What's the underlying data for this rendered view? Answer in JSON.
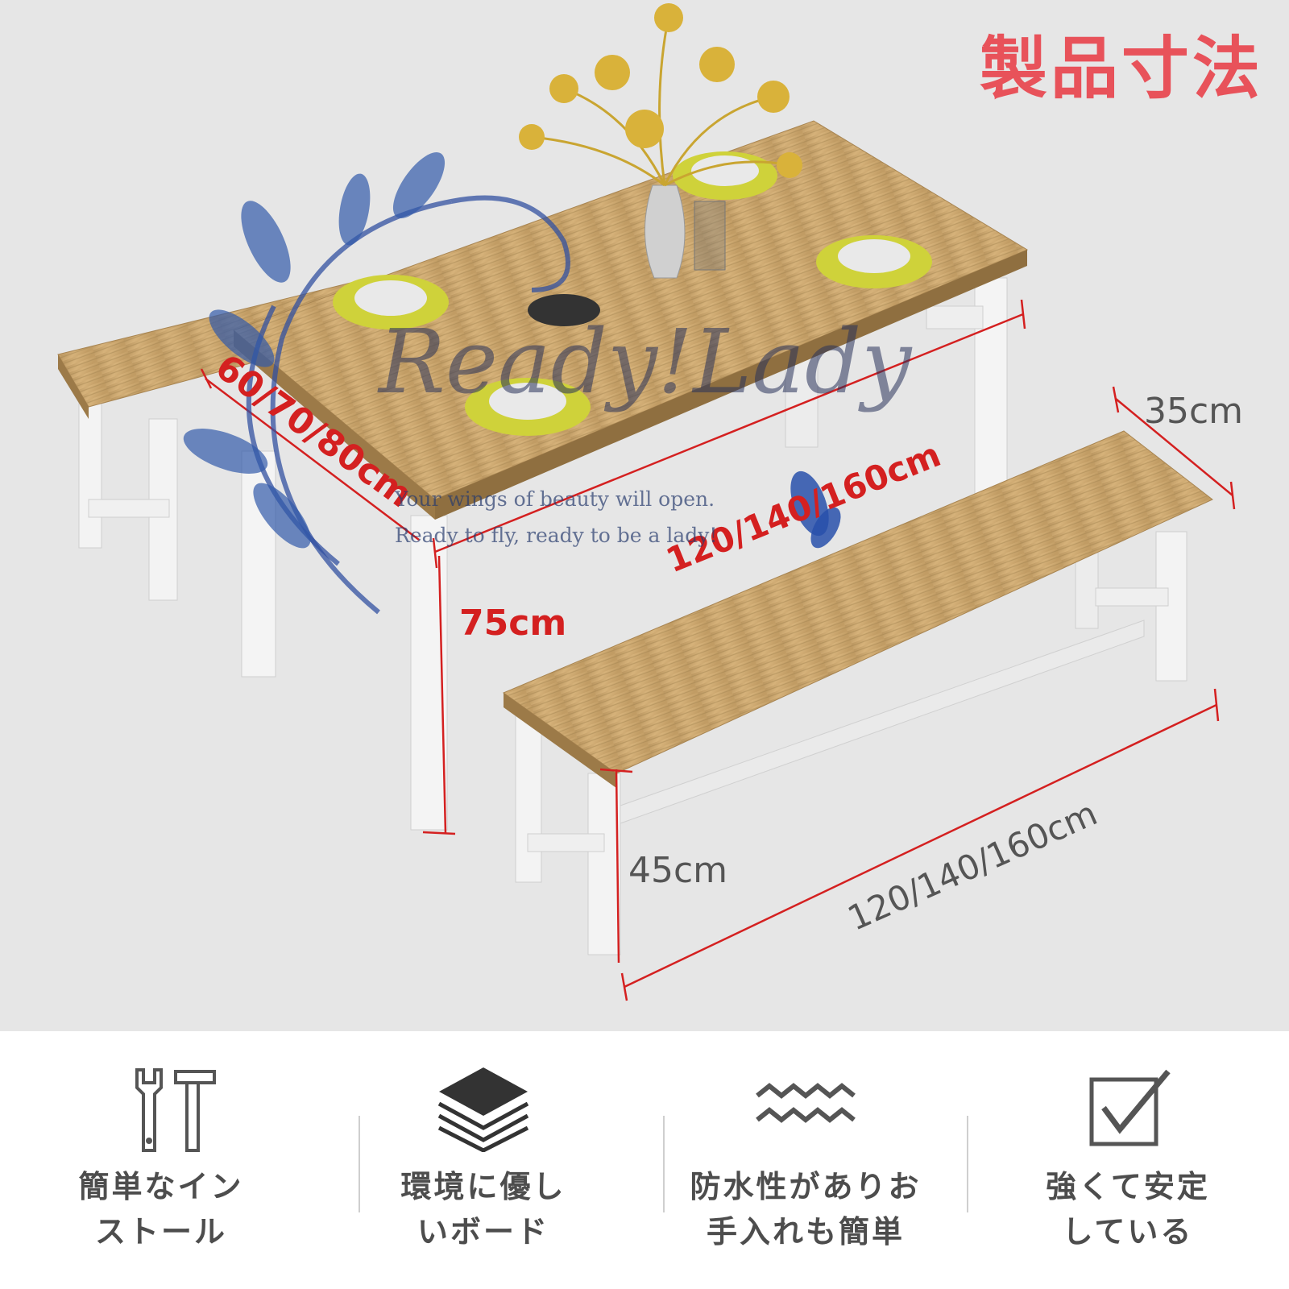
{
  "title": "製品寸法",
  "colors": {
    "accent": "#e8525a",
    "dimension_line": "#d42020",
    "wood": "#c9a46f",
    "frame": "#f3f3f3"
  },
  "dimensions": {
    "table_depth": "60/70/80cm",
    "table_length": "120/140/160cm",
    "table_height": "75cm",
    "bench_depth": "35cm",
    "bench_height": "45cm",
    "bench_length": "120/140/160cm"
  },
  "watermark": {
    "brand": "Ready!Lady",
    "line1": "Your wings of beauty will open.",
    "line2": "Ready to fly, ready to be a lady!"
  },
  "features": [
    {
      "icon": "tools-icon",
      "line1": "簡単なイン",
      "line2": "ストール"
    },
    {
      "icon": "layers-icon",
      "line1": "環境に優し",
      "line2": "いボード"
    },
    {
      "icon": "waves-icon",
      "line1": "防水性がありお",
      "line2": "手入れも簡単"
    },
    {
      "icon": "checkbox-icon",
      "line1": "強くて安定",
      "line2": "している"
    }
  ]
}
